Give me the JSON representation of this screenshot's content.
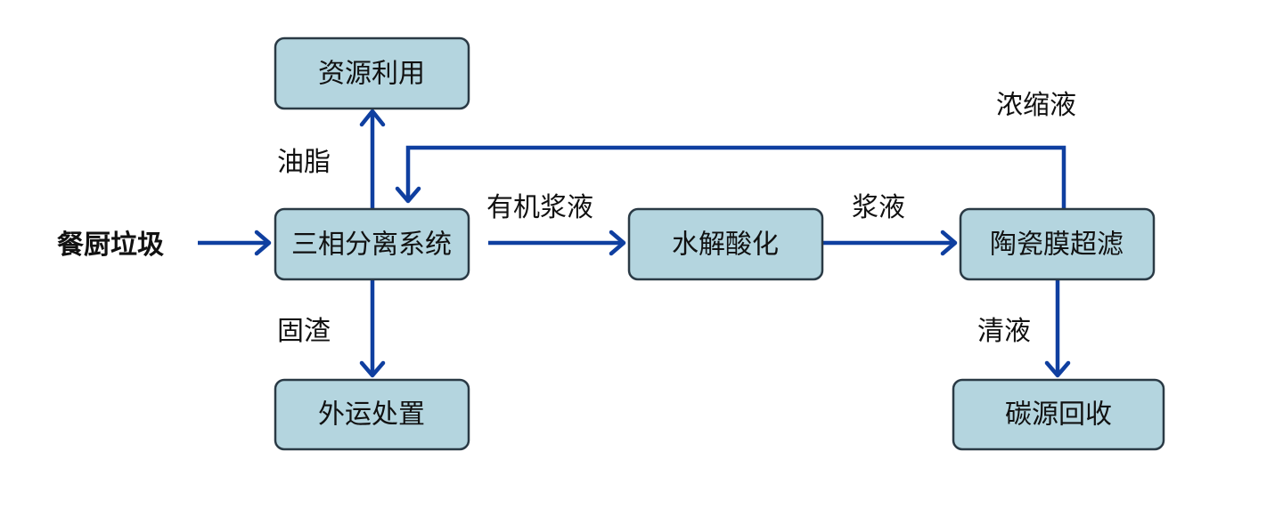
{
  "source": "餐厨垃圾",
  "nodes": {
    "resource_use": "资源利用",
    "separation": "三相分离系统",
    "hydrolysis": "水解酸化",
    "ceramic_membrane": "陶瓷膜超滤",
    "external_disposal": "外运处置",
    "carbon_recovery": "碳源回收"
  },
  "edge_labels": {
    "oil": "油脂",
    "organic_slurry": "有机浆液",
    "slurry": "浆液",
    "concentrate": "浓缩液",
    "solid_residue": "固渣",
    "clear_liquid": "清液"
  },
  "colors": {
    "box_fill": "#b4d5df",
    "box_border": "#2a3a45",
    "arrow": "#0f3fa0"
  }
}
